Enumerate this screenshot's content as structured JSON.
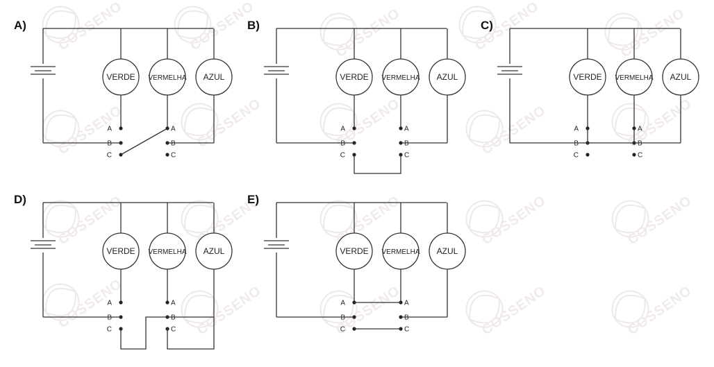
{
  "watermark": {
    "text": "COSSENO"
  },
  "panels": [
    {
      "id": "A",
      "label": "A)",
      "wiring": "A"
    },
    {
      "id": "B",
      "label": "B)",
      "wiring": "B"
    },
    {
      "id": "C",
      "label": "C)",
      "wiring": "C"
    },
    {
      "id": "D",
      "label": "D)",
      "wiring": "D"
    },
    {
      "id": "E",
      "label": "E)",
      "wiring": "E"
    }
  ],
  "lamps": {
    "green": "VERDE",
    "red": "VERMELHA",
    "blue": "AZUL"
  },
  "terminals": [
    "A",
    "B",
    "C"
  ]
}
